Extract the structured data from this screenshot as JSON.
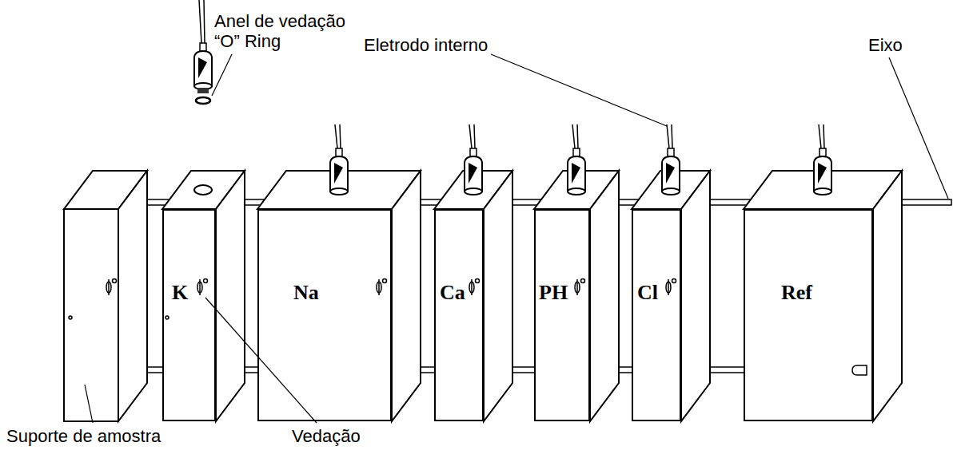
{
  "diagram": {
    "nodes": [
      {
        "text": [
          "K"
        ]
      },
      {
        "text": [
          "Na"
        ]
      },
      {
        "text": [
          "Ca"
        ]
      },
      {
        "text": [
          "PH"
        ]
      },
      {
        "text": [
          "Cl"
        ]
      },
      {
        "text": [
          "Ref"
        ]
      }
    ],
    "labels": [
      "Anel de vedação “O” Ring",
      "Eletrodo interno",
      "Eixo",
      "Suporte de amostra",
      "Vedação"
    ]
  }
}
